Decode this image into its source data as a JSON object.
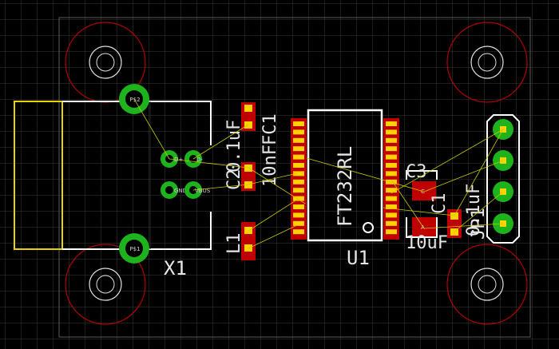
{
  "colors": {
    "background": "#000000",
    "grid": "#3a3a3a",
    "silkscreen": "#ffffff",
    "copper_top": "#c00000",
    "pad": "#ffd200",
    "via_ring": "#1db31d",
    "drill_circle": "#b00000",
    "airwire": "#c8c800"
  },
  "icons": {
    "mounting_hole": "mounting-hole-icon",
    "shield_pad": "shield-pad-icon",
    "through_hole_pad": "through-hole-pad-icon"
  },
  "components": {
    "usb_connector": {
      "ref": "X1",
      "pin_shield_1": "P$1",
      "pin_shield_2": "P$2",
      "pins": [
        "D+",
        "D-",
        "GND",
        "VBUS"
      ]
    },
    "ic": {
      "ref": "U1",
      "value": "FT232RL"
    },
    "c2": {
      "ref": "C2",
      "value": "0.1uF"
    },
    "fc1": {
      "ref": "FC1",
      "value": "10nF"
    },
    "l1": {
      "ref": "L1"
    },
    "c3": {
      "ref": "C3",
      "value": "10uF",
      "pad_label": "C",
      "pad_label_2": "A"
    },
    "c1": {
      "ref": "C1",
      "value": "0.1uF"
    },
    "jp1": {
      "ref": "JP1"
    }
  }
}
